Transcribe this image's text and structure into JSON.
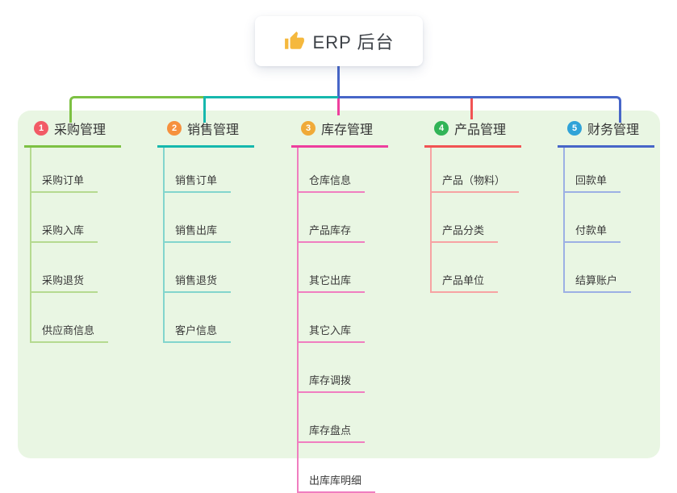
{
  "root": {
    "label": "ERP 后台",
    "icon": "thumbs-up-icon",
    "icon_color": "#f5b83d"
  },
  "colors": {
    "canvas_background": "#ffffff",
    "panel_background": "#e9f6e3",
    "root_stem_blue": "#4766c8",
    "text_dark": "#3d4147"
  },
  "branches": [
    {
      "num": "1",
      "label": "采购管理",
      "badge_color": "#f25b66",
      "line_color": "#7dc143",
      "child_line_color": "#b5da90",
      "children": [
        "采购订单",
        "采购入库",
        "采购退货",
        "供应商信息"
      ]
    },
    {
      "num": "2",
      "label": "销售管理",
      "badge_color": "#f6913d",
      "line_color": "#16b8ad",
      "child_line_color": "#82d5cd",
      "children": [
        "销售订单",
        "销售出库",
        "销售退货",
        "客户信息"
      ]
    },
    {
      "num": "3",
      "label": "库存管理",
      "badge_color": "#f0aa38",
      "line_color": "#ee3f9e",
      "child_line_color": "#f07ec0",
      "children": [
        "仓库信息",
        "产品库存",
        "其它出库",
        "其它入库",
        "库存调拨",
        "库存盘点",
        "出库库明细"
      ]
    },
    {
      "num": "4",
      "label": "产品管理",
      "badge_color": "#31b457",
      "line_color": "#f15353",
      "child_line_color": "#f7a3a3",
      "children": [
        "产品（物料）",
        "产品分类",
        "产品单位"
      ]
    },
    {
      "num": "5",
      "label": "财务管理",
      "badge_color": "#30a3d8",
      "line_color": "#4766c8",
      "child_line_color": "#9cb0e4",
      "children": [
        "回款单",
        "付款单",
        "结算账户"
      ]
    }
  ]
}
